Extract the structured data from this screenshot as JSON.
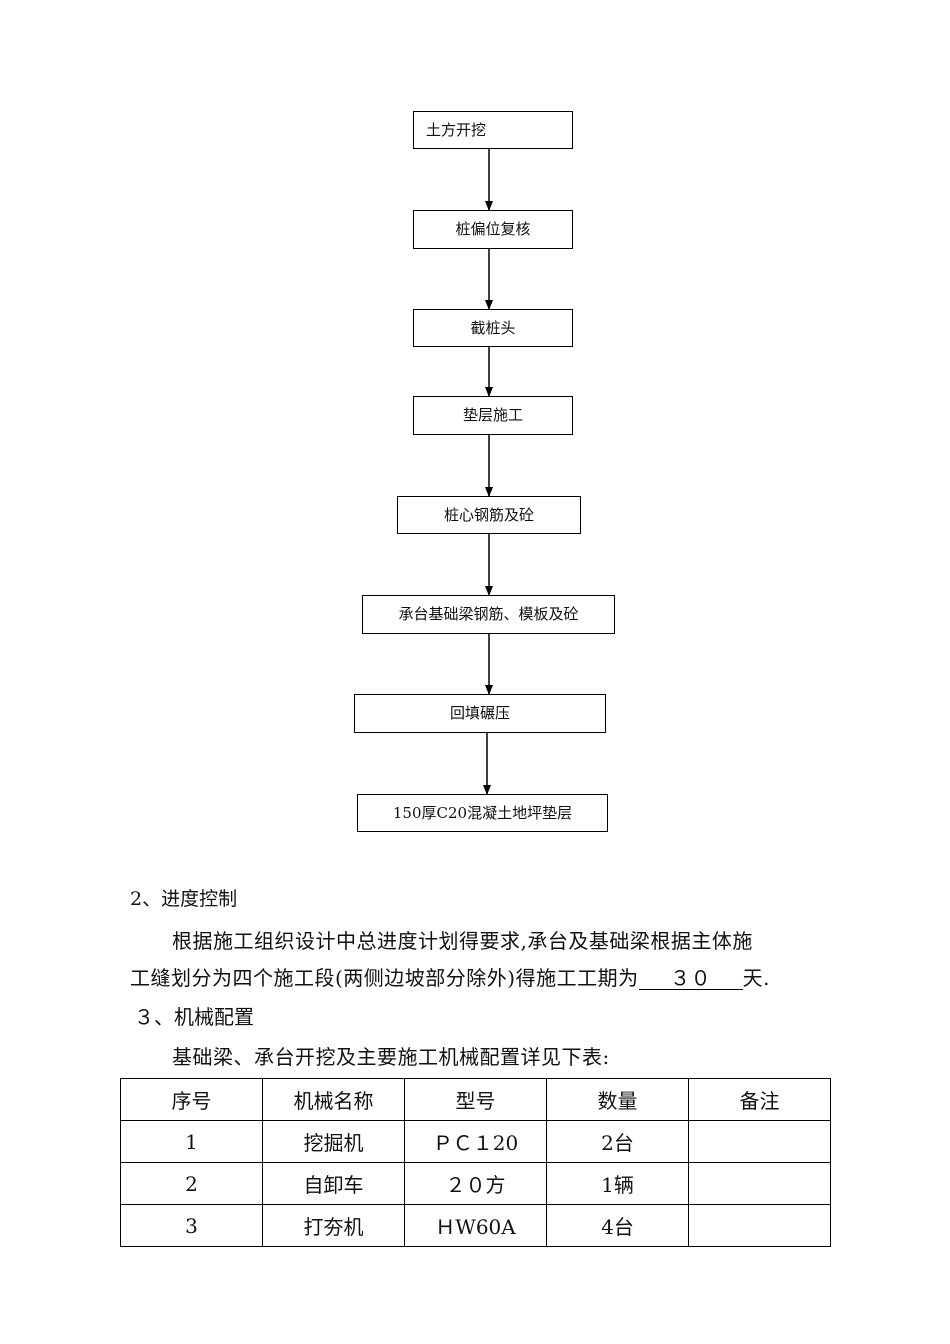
{
  "flowchart": {
    "steps": [
      "土方开挖",
      "桩偏位复核",
      "截桩头",
      "垫层施工",
      "桩心钢筋及砼",
      "承台基础梁钢筋、模板及砼",
      "回填碾压",
      "150厚C20混凝土地坪垫层"
    ]
  },
  "section2": {
    "heading": "2、进度控制",
    "para_line1": "根据施工组织设计中总进度计划得要求,承台及基础梁根据主体施",
    "para_line2_prefix": "工缝划分为四个施工段(两侧边坡部分除外)得施工工期为",
    "duration": "３０",
    "para_line2_suffix": "天."
  },
  "section3": {
    "heading": "３、机械配置",
    "intro": "基础梁、承台开挖及主要施工机械配置详见下表:"
  },
  "machinery_table": {
    "headers": [
      "序号",
      "机械名称",
      "型号",
      "数量",
      "备注"
    ],
    "rows": [
      [
        "1",
        "挖掘机",
        "ＰＣ１20",
        "2台",
        ""
      ],
      [
        "2",
        "自卸车",
        "２０方",
        "1辆",
        ""
      ],
      [
        "3",
        "打夯机",
        "ＨW60A",
        "4台",
        ""
      ]
    ]
  }
}
